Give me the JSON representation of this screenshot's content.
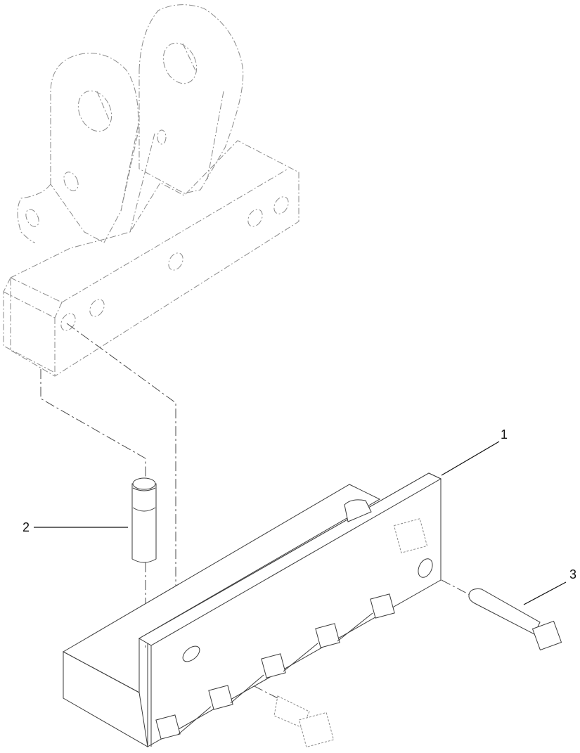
{
  "diagram": {
    "type": "exploded-parts-view",
    "callouts": [
      {
        "id": "callout-1",
        "label": "1",
        "part": "L-shaped mounting bracket with bolts"
      },
      {
        "id": "callout-2",
        "label": "2",
        "part": "Pin"
      },
      {
        "id": "callout-3",
        "label": "3",
        "part": "Bolt"
      }
    ],
    "colors": {
      "line": "#3a3a3a",
      "phantom": "#8a8a8a",
      "background": "#ffffff"
    }
  }
}
